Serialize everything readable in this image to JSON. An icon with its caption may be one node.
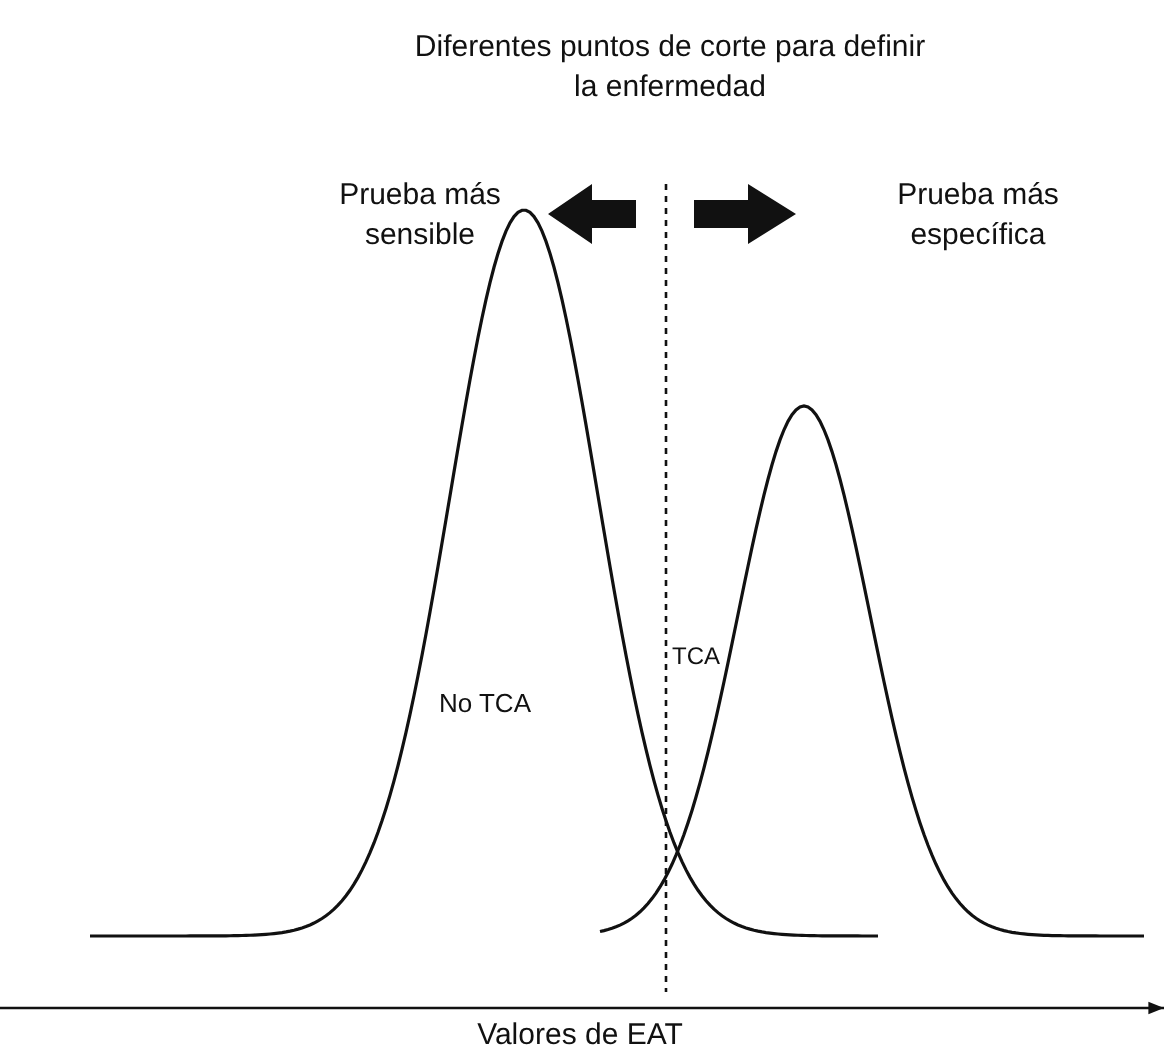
{
  "diagram": {
    "title": "Diferentes puntos de corte para definir la enfermedad",
    "labels": [
      "Prueba más sensible",
      "Prueba más específica",
      "No TCA",
      "TCA",
      "Valores de EAT"
    ]
  }
}
